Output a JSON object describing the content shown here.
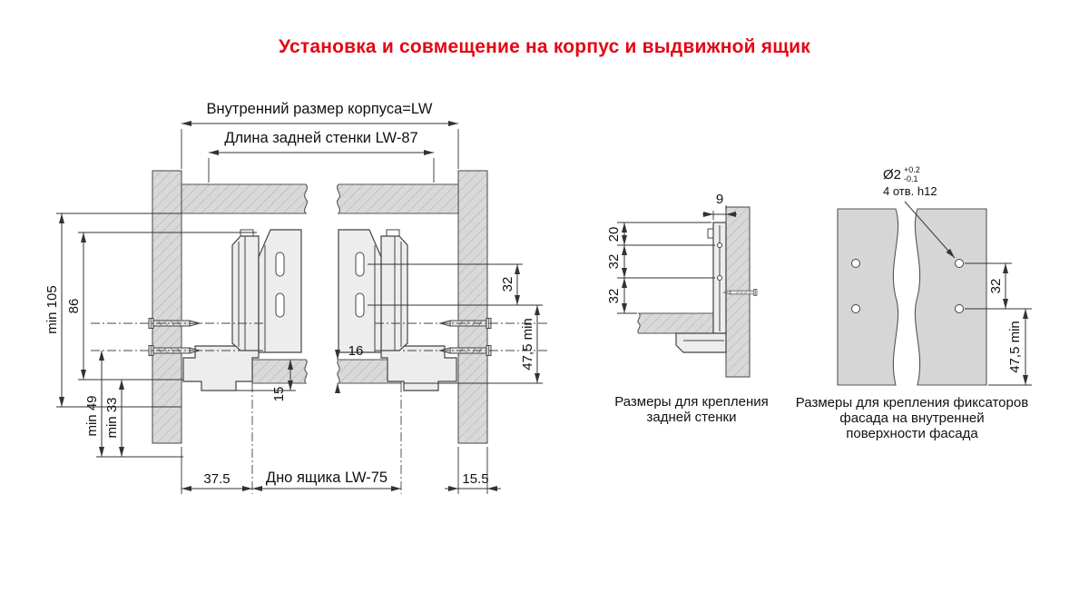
{
  "title": "Установка и совмещение на корпус и выдвижной ящик",
  "colors": {
    "title_red": "#e30613",
    "drawing_line": "#333333",
    "wood_fill": "#d9d9d9",
    "metal_fill": "#ededed"
  },
  "main_view": {
    "dims": {
      "inner_width": "Внутренний размер корпуса=LW",
      "back_wall_length": "Длина задней стенки LW-87",
      "min_105": "min 105",
      "h_86": "86",
      "min_49": "min 49",
      "min_33": "min 33",
      "v_32": "32",
      "v_47_5": "47,5 min",
      "v_15": "15",
      "v_16": "16",
      "b_37_5": "37.5",
      "bottom_panel": "Дно ящика LW-75",
      "b_15_5": "15.5"
    }
  },
  "back_wall_view": {
    "dims": {
      "d_9": "9",
      "d_20": "20",
      "d_32a": "32",
      "d_32b": "32"
    },
    "caption_line1": "Размеры для крепления",
    "caption_line2": "задней стенки"
  },
  "facade_view": {
    "hole_note": {
      "diameter": "Ø2",
      "tol_upper": "+0.2",
      "tol_lower": "-0.1",
      "count": "4 отв. h12"
    },
    "dims": {
      "d_32": "32",
      "d_47_5": "47,5 min"
    },
    "caption_line1": "Размеры для крепления фиксаторов",
    "caption_line2": "фасада на внутренней",
    "caption_line3": "поверхности фасада"
  }
}
